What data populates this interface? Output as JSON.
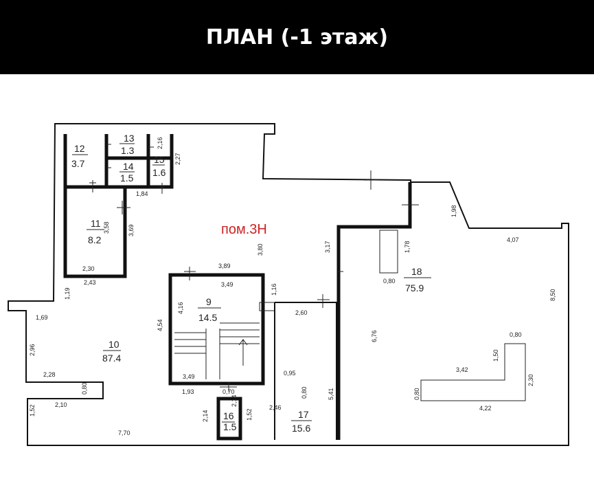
{
  "header": {
    "title": "ПЛАН (-1 этаж)"
  },
  "common_area_label": "пом.3Н",
  "colors": {
    "header_bg": "#000000",
    "header_text": "#ffffff",
    "common_label": "#cc2222",
    "wall": "#111111"
  },
  "rooms": [
    {
      "number": "12",
      "area": "3.7"
    },
    {
      "number": "13",
      "area": "1.3"
    },
    {
      "number": "14",
      "area": "1.5"
    },
    {
      "number": "15",
      "area": "1.6"
    },
    {
      "number": "11",
      "area": "8.2"
    },
    {
      "number": "9",
      "area": "14.5"
    },
    {
      "number": "18",
      "area": "75.9"
    },
    {
      "number": "10",
      "area": "87.4"
    },
    {
      "number": "16",
      "area": "1.5"
    },
    {
      "number": "17",
      "area": "15.6"
    }
  ],
  "dimensions": [
    "2,16",
    "2,27",
    "1,84",
    "3,58",
    "3,69",
    "2,30",
    "2,43",
    "3,89",
    "3,80",
    "3,17",
    "1,78",
    "1,98",
    "4,07",
    "0,80",
    "8,50",
    "1,16",
    "3,49",
    "4,16",
    "4,54",
    "2,60",
    "6,76",
    "1,19",
    "1,69",
    "2,96",
    "2,28",
    "0,80",
    "2,10",
    "1,52",
    "7,70",
    "3,49",
    "1,93",
    "0,70",
    "2,14",
    "2,14",
    "1,52",
    "0,95",
    "0,80",
    "2,46",
    "5,41",
    "0,80",
    "1,50",
    "3,42",
    "2,30",
    "0,80",
    "4,22"
  ]
}
